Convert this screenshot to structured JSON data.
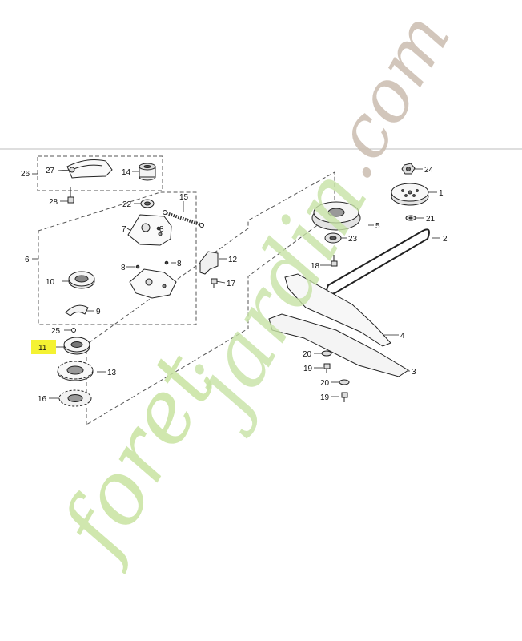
{
  "watermark": {
    "text_foret": "foret",
    "text_jardin": "jardin",
    "text_com": ".com",
    "colors": {
      "f": "#b9df8a",
      "o": "#cfe69f",
      "r": "#d7ea9e",
      "e": "#f2c79a",
      "t": "#cde9a3",
      "jardin": "#c7e3a6",
      "com": "#cbbdb0"
    }
  },
  "highlight": {
    "color": "#f4f232",
    "part": "11"
  },
  "parts": {
    "p1": "1",
    "p2": "2",
    "p3": "3",
    "p4": "4",
    "p5": "5",
    "p6": "6",
    "p7": "7",
    "p8a": "8",
    "p8b": "8",
    "p8c": "8",
    "p9": "9",
    "p10": "10",
    "p11": "11",
    "p12": "12",
    "p13": "13",
    "p14": "14",
    "p15": "15",
    "p16": "16",
    "p17": "17",
    "p18": "18",
    "p19a": "19",
    "p19b": "19",
    "p20a": "20",
    "p20b": "20",
    "p21": "21",
    "p22": "22",
    "p23": "23",
    "p24": "24",
    "p25": "25",
    "p26": "26",
    "p27": "27",
    "p28": "28"
  }
}
